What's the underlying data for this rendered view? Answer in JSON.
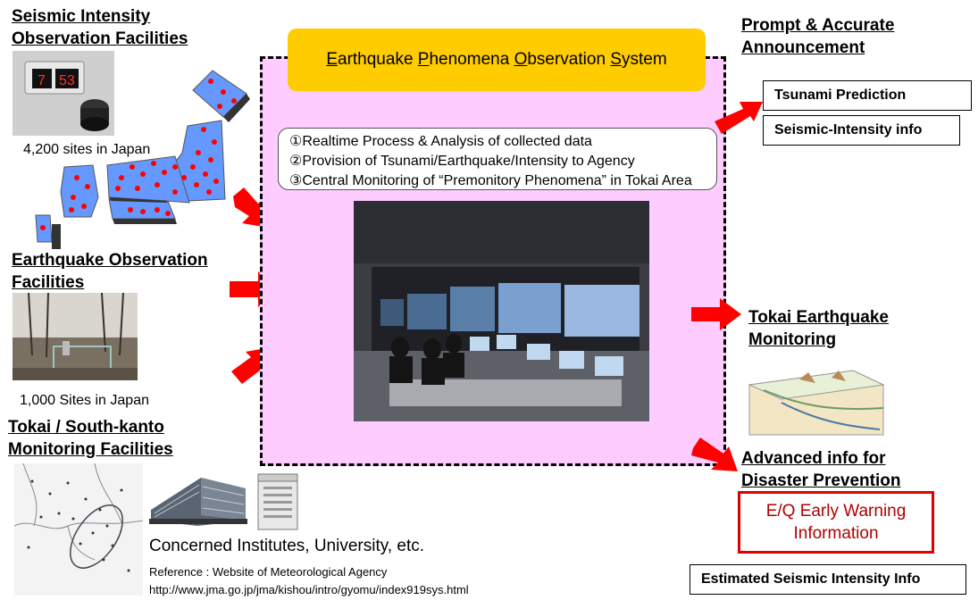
{
  "left": {
    "seismic_heading_1": "Seismic Intensity",
    "seismic_heading_2": "Observation Facilities",
    "seismic_sites": "4,200 sites in Japan",
    "eq_heading_1": "Earthquake Observation",
    "eq_heading_2": "Facilities",
    "eq_sites": "1,000 Sites in Japan",
    "tokai_heading_1": "Tokai / South-kanto",
    "tokai_heading_2": "Monitoring Facilities",
    "institutes": "Concerned Institutes, University, etc.",
    "reference": "Reference : Website of Meteorological Agency",
    "url": "http://www.jma.go.jp/jma/kishou/intro/gyomu/index919sys.html"
  },
  "center": {
    "title_E": "E",
    "title_1": "arthquake ",
    "title_P": "P",
    "title_2": "henomena ",
    "title_O": "O",
    "title_3": "bservation ",
    "title_S": "S",
    "title_4": "ystem",
    "items": [
      "①Realtime Process & Analysis of collected data",
      "②Provision of Tsunami/Earthquake/Intensity to Agency",
      "③Central Monitoring of  “Premonitory Phenomena” in Tokai Area"
    ]
  },
  "right": {
    "prompt_heading_1": "Prompt & Accurate",
    "prompt_heading_2": "Announcement",
    "tsunami": "Tsunami Prediction",
    "seismic_info": "Seismic-Intensity  info",
    "tokai_heading_1": "Tokai Earthquake",
    "tokai_heading_2": "Monitoring",
    "advanced_heading_1": "Advanced info for",
    "advanced_heading_2": "Disaster Prevention",
    "warning_1": "E/Q Early Warning",
    "warning_2": "Information",
    "estimated": "Estimated Seismic Intensity Info"
  },
  "colors": {
    "arrow": "#ff0000",
    "map_fill": "#6699ff",
    "center_fill": "#ffccff",
    "banner": "#ffcc00"
  }
}
